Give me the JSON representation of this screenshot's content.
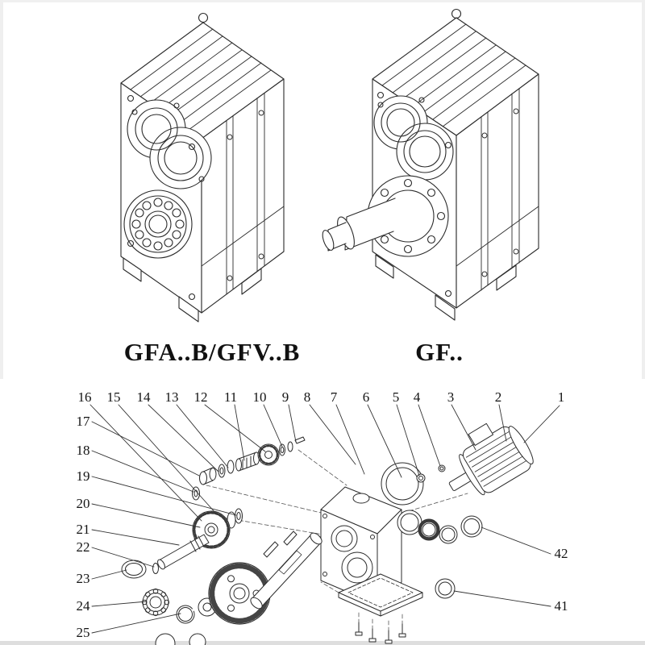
{
  "models": {
    "left_label": "GFA..B/GFV..B",
    "right_label": "GF.."
  },
  "exploded": {
    "callouts_top": [
      "16",
      "15",
      "14",
      "13",
      "12",
      "11",
      "10",
      "9",
      "8",
      "7",
      "6",
      "5",
      "4",
      "3",
      "2",
      "1"
    ],
    "callouts_left": [
      "17",
      "18",
      "19",
      "20",
      "21",
      "22",
      "23",
      "24",
      "25"
    ],
    "callouts_right": [
      "42",
      "41"
    ]
  },
  "colors": {
    "ink": "#2b2b2b",
    "paper": "#ffffff"
  }
}
